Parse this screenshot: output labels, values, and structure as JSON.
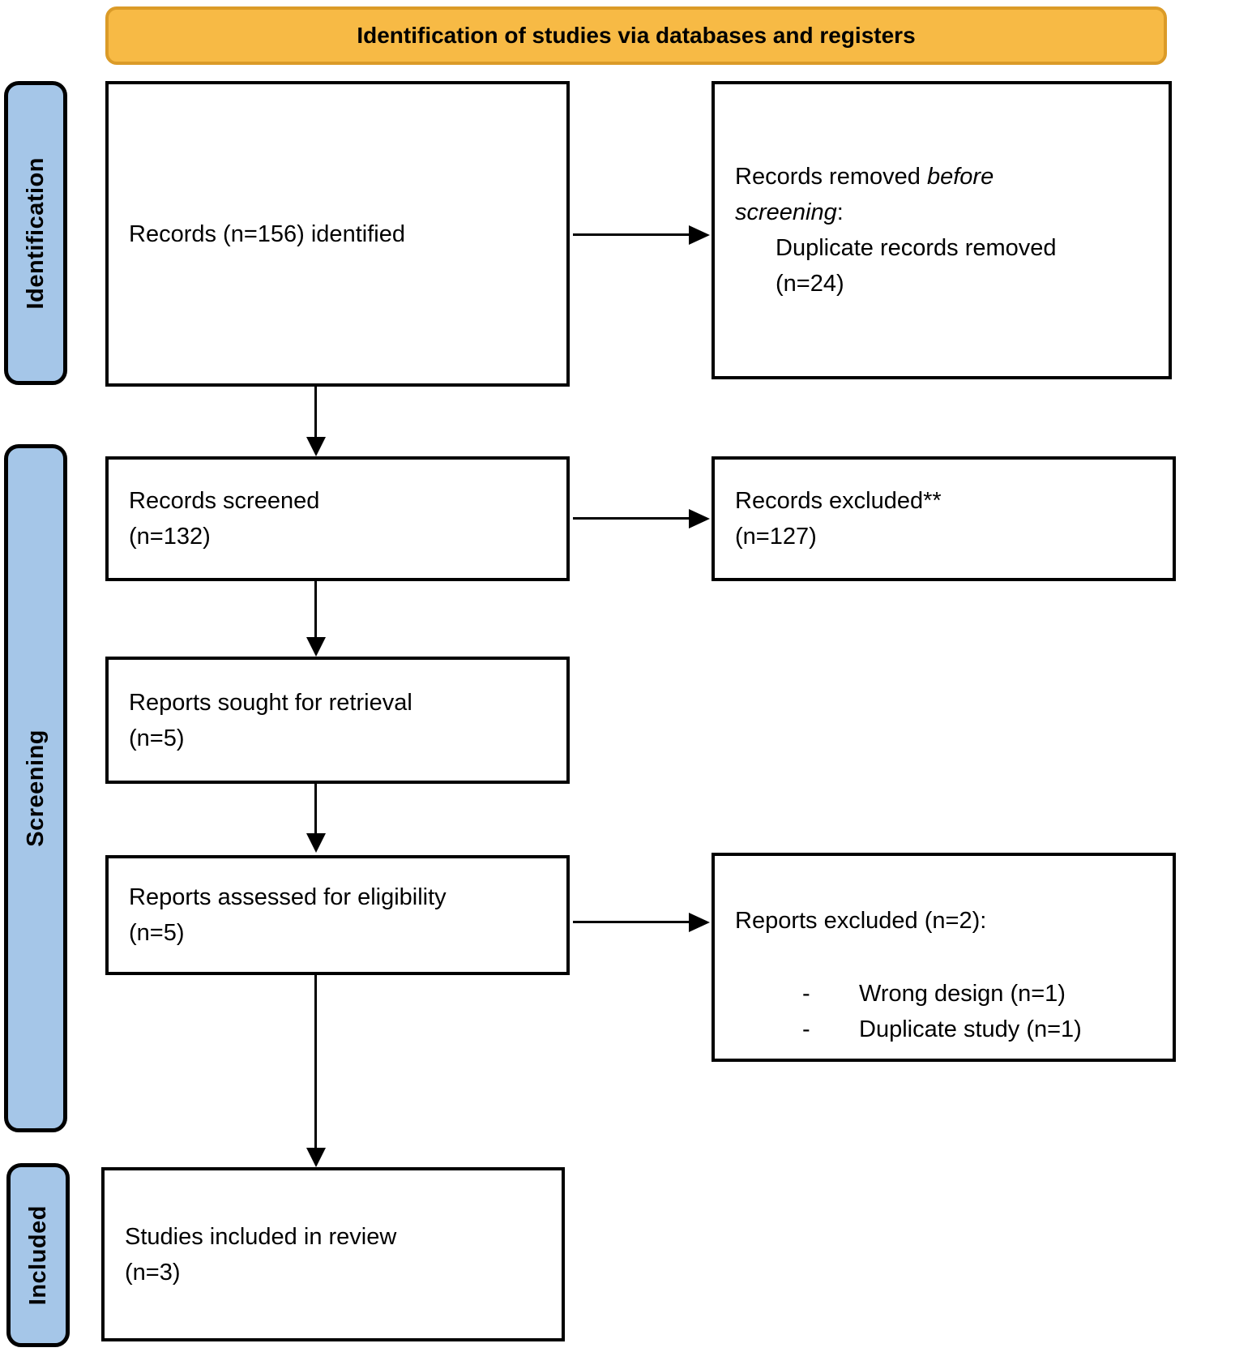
{
  "header": {
    "title": "Identification of studies via databases and registers"
  },
  "colors": {
    "header_fill": "#F7BA45",
    "header_border": "#DB9B28",
    "stage_fill": "#A5C6E8",
    "box_border": "#000000"
  },
  "stages": [
    {
      "label": "Identification"
    },
    {
      "label": "Screening"
    },
    {
      "label": "Included"
    }
  ],
  "flow": {
    "records_identified": {
      "text": "Records (n=156) identified"
    },
    "records_removed": {
      "line1_regular": "Records removed",
      "line1_italic": "before",
      "line2_italic": "screening",
      "line2_regular": ":",
      "sub_line1": "Duplicate records removed",
      "sub_line2": "(n=24)"
    },
    "records_screened": {
      "line1": "Records screened",
      "line2": "(n=132)"
    },
    "records_excluded": {
      "line1": "Records excluded**",
      "line2": "(n=127)"
    },
    "reports_sought": {
      "line1": "Reports sought for retrieval",
      "line2": "(n=5)"
    },
    "reports_assessed": {
      "line1": "Reports assessed for eligibility",
      "line2": "(n=5)"
    },
    "reports_excluded": {
      "header": "Reports excluded (n=2):",
      "items": [
        {
          "dash": "-",
          "label": "Wrong design (n=1)"
        },
        {
          "dash": "-",
          "label": "Duplicate study (n=1)"
        }
      ]
    },
    "studies_included": {
      "line1": "Studies included in review",
      "line2": "(n=3)"
    }
  }
}
